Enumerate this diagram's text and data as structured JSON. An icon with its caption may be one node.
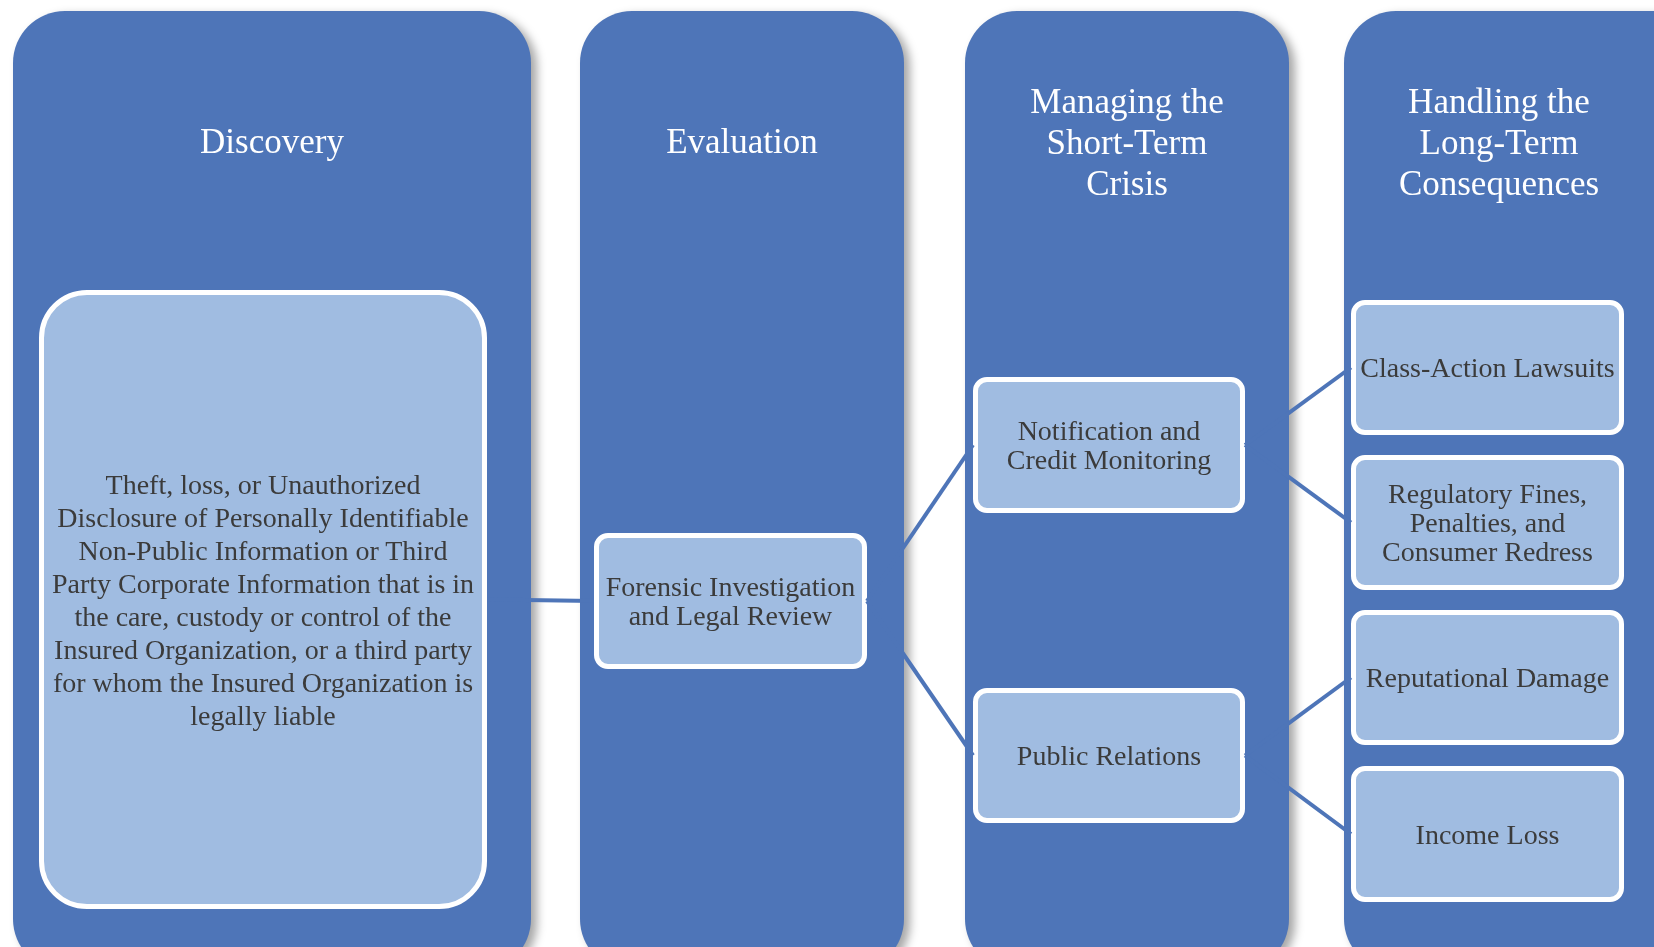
{
  "diagram": {
    "nodes": [
      {
        "text": [
          "Discovery"
        ]
      },
      {
        "text": [
          "Theft, loss, or Unauthorized Disclosure of Personally Identifiable Non-Public Information or Third Party Corporate Information that is in the care, custody or control of the Insured Organization, or a third party for whom the Insured Organization is legally liable"
        ],
        "in": 0
      },
      {
        "text": [
          "Evaluation"
        ]
      },
      {
        "text": [
          "Forensic Investigation and Legal Review"
        ],
        "in": 2
      },
      {
        "text": [
          "Managing the Short-Term Crisis"
        ]
      },
      {
        "text": [
          "Notification and Credit Monitoring"
        ],
        "in": 4
      },
      {
        "text": [
          "Public Relations"
        ],
        "in": 4
      },
      {
        "text": [
          "Handling the Long-Term Consequences"
        ]
      },
      {
        "text": [
          "Class-Action Lawsuits"
        ],
        "in": 7
      },
      {
        "text": [
          "Regulatory Fines, Penalties, and Consumer Redress"
        ],
        "in": 7
      },
      {
        "text": [
          "Reputational Damage"
        ],
        "in": 7
      },
      {
        "text": [
          "Income Loss"
        ],
        "in": 7
      }
    ],
    "edges": [
      {
        "from": 1,
        "to": 3,
        "arrow": "none"
      },
      {
        "from": 3,
        "to": 5,
        "arrow": "none"
      },
      {
        "from": 3,
        "to": 6,
        "arrow": "none"
      },
      {
        "from": 5,
        "to": 8,
        "arrow": "none"
      },
      {
        "from": 5,
        "to": 9,
        "arrow": "none"
      },
      {
        "from": 6,
        "to": 10,
        "arrow": "none"
      },
      {
        "from": 6,
        "to": 11,
        "arrow": "none"
      }
    ]
  }
}
